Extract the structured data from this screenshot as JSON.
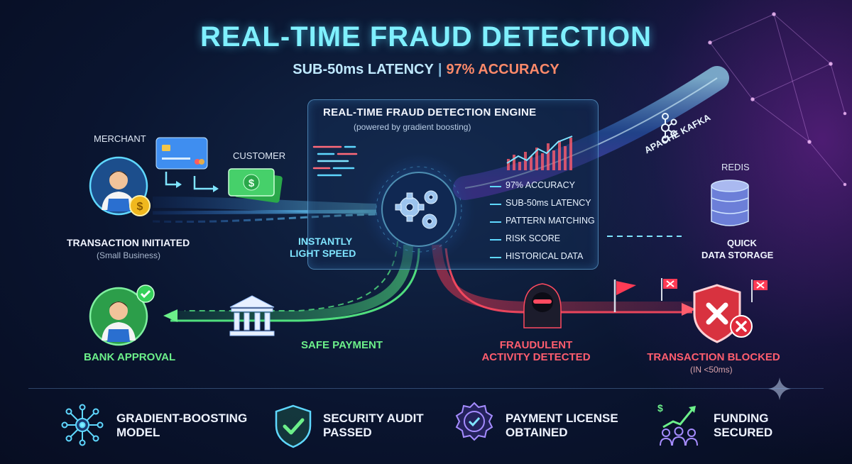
{
  "header": {
    "title": "REAL-TIME FRAUD DETECTION",
    "subtitle_latency": "SUB-50ms LATENCY",
    "subtitle_separator": "|",
    "subtitle_accuracy": "97% ACCURACY"
  },
  "engine": {
    "title": "REAL-TIME FRAUD DETECTION ENGINE",
    "subtitle": "(powered by gradient boosting)",
    "metrics": [
      "97% ACCURACY",
      "SUB-50ms LATENCY",
      "PATTERN MATCHING",
      "RISK SCORE",
      "HISTORICAL DATA"
    ]
  },
  "flow": {
    "merchant": "MERCHANT",
    "customer": "CUSTOMER",
    "transaction_initiated": "TRANSACTION INITIATED",
    "small_business": "(Small Business)",
    "instantly": "INSTANTLY",
    "light_speed": "LIGHT SPEED",
    "apache_kafka": "APACHE KAFKA",
    "redis": "REDIS",
    "quick": "QUICK",
    "data_storage": "DATA STORAGE",
    "bank_approval": "BANK APPROVAL",
    "safe_payment": "SAFE PAYMENT",
    "fraud_line1": "FRAUDULENT",
    "fraud_line2": "ACTIVITY DETECTED",
    "blocked": "TRANSACTION BLOCKED",
    "blocked_time": "(IN <50ms)"
  },
  "footer": {
    "items": [
      {
        "line1": "GRADIENT-BOOSTING",
        "line2": "MODEL",
        "icon": "network-node-icon"
      },
      {
        "line1": "SECURITY AUDIT",
        "line2": "PASSED",
        "icon": "shield-check-icon"
      },
      {
        "line1": "PAYMENT LICENSE",
        "line2": "OBTAINED",
        "icon": "award-badge-icon"
      },
      {
        "line1": "FUNDING",
        "line2": "SECURED",
        "icon": "funding-growth-icon"
      }
    ]
  },
  "colors": {
    "cyan": "#7ff0ff",
    "green": "#6cf08a",
    "red": "#ff5d6e",
    "accent_orange": "#ff8a6a",
    "background": "#0a1530"
  }
}
